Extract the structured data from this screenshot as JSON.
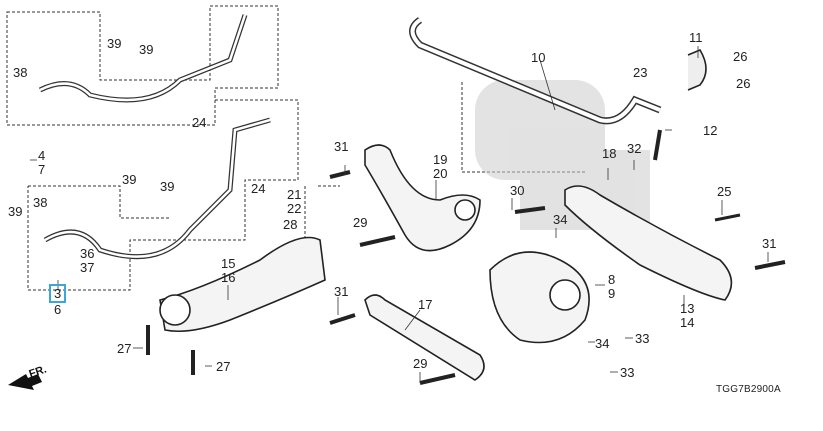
{
  "diagram": {
    "title": "Rear suspension parts diagram",
    "code": "TGG7B2900A",
    "front_indicator": "FR.",
    "highlight_color": "#3aa7d8",
    "highlighted_callout": "3",
    "callouts": [
      {
        "id": "c39a",
        "text": "39"
      },
      {
        "id": "c39b",
        "text": "39"
      },
      {
        "id": "c38a",
        "text": "38"
      },
      {
        "id": "c24a",
        "text": "24"
      },
      {
        "id": "c4",
        "text": "4"
      },
      {
        "id": "c7",
        "text": "7"
      },
      {
        "id": "c39c",
        "text": "39"
      },
      {
        "id": "c39d",
        "text": "39"
      },
      {
        "id": "c39e",
        "text": "39"
      },
      {
        "id": "c38b",
        "text": "38"
      },
      {
        "id": "c36",
        "text": "36"
      },
      {
        "id": "c37",
        "text": "37"
      },
      {
        "id": "c3",
        "text": "3"
      },
      {
        "id": "c6",
        "text": "6"
      },
      {
        "id": "c24b",
        "text": "24"
      },
      {
        "id": "c21",
        "text": "21"
      },
      {
        "id": "c22",
        "text": "22"
      },
      {
        "id": "c28",
        "text": "28"
      },
      {
        "id": "c15",
        "text": "15"
      },
      {
        "id": "c16",
        "text": "16"
      },
      {
        "id": "c27a",
        "text": "27"
      },
      {
        "id": "c27b",
        "text": "27"
      },
      {
        "id": "c31a",
        "text": "31"
      },
      {
        "id": "c29a",
        "text": "29"
      },
      {
        "id": "c19",
        "text": "19"
      },
      {
        "id": "c20",
        "text": "20"
      },
      {
        "id": "c10",
        "text": "10"
      },
      {
        "id": "c23",
        "text": "23"
      },
      {
        "id": "c11",
        "text": "11"
      },
      {
        "id": "c26a",
        "text": "26"
      },
      {
        "id": "c26b",
        "text": "26"
      },
      {
        "id": "c12",
        "text": "12"
      },
      {
        "id": "c18",
        "text": "18"
      },
      {
        "id": "c32",
        "text": "32"
      },
      {
        "id": "c30",
        "text": "30"
      },
      {
        "id": "c34a",
        "text": "34"
      },
      {
        "id": "c25",
        "text": "25"
      },
      {
        "id": "c31b",
        "text": "31"
      },
      {
        "id": "c8",
        "text": "8"
      },
      {
        "id": "c9",
        "text": "9"
      },
      {
        "id": "c13",
        "text": "13"
      },
      {
        "id": "c14",
        "text": "14"
      },
      {
        "id": "c31c",
        "text": "31"
      },
      {
        "id": "c17",
        "text": "17"
      },
      {
        "id": "c29b",
        "text": "29"
      },
      {
        "id": "c34b",
        "text": "34"
      },
      {
        "id": "c33a",
        "text": "33"
      },
      {
        "id": "c33b",
        "text": "33"
      }
    ]
  }
}
